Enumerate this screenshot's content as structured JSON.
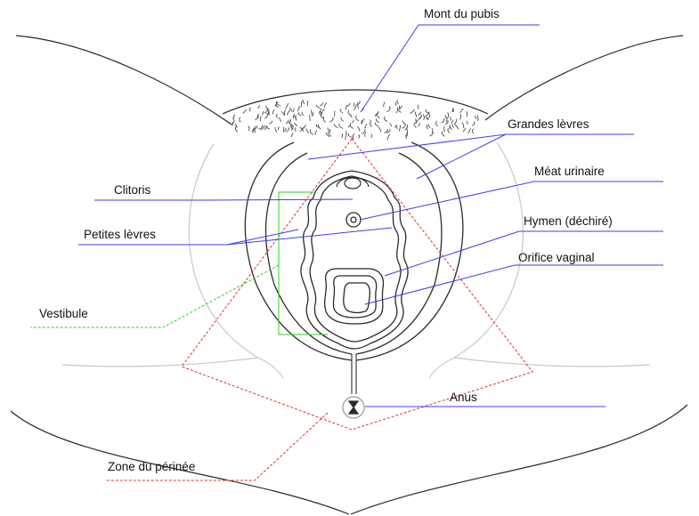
{
  "labels": {
    "mont_du_pubis": "Mont du pubis",
    "grandes_levres": "Grandes lèvres",
    "meat_urinaire": "Méat urinaire",
    "clitoris": "Clitoris",
    "hymen": "Hymen (déchiré)",
    "petites_levres": "Petites lèvres",
    "orifice_vaginal": "Orifice vaginal",
    "vestibule": "Vestibule",
    "anus": "Anus",
    "zone_du_perinee": "Zone du périnée"
  },
  "colors": {
    "outline": "#2a2a2a",
    "faint_outline": "#c8c8c8",
    "leader_blue": "#3d3df0",
    "leader_green": "#27d127",
    "perineum_red": "#e03030"
  }
}
